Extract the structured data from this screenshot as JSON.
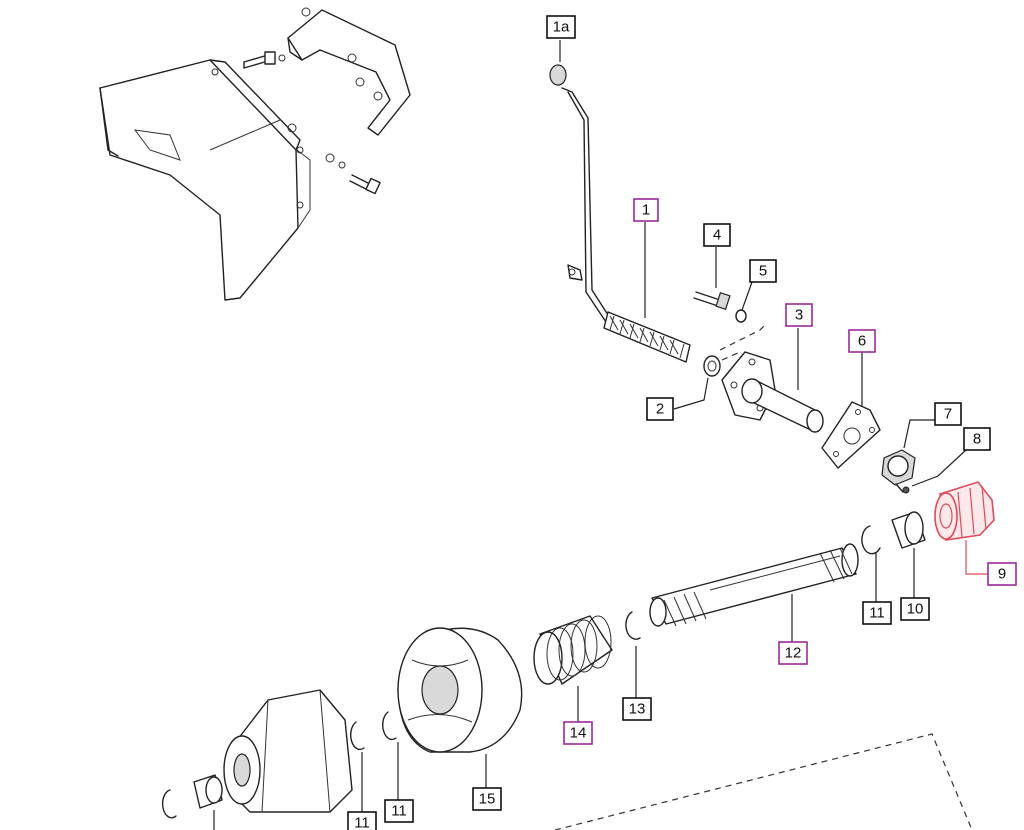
{
  "diagram": {
    "callouts": [
      {
        "id": "c1a",
        "text": "1a",
        "style": "black"
      },
      {
        "id": "c1",
        "text": "1",
        "style": "purple"
      },
      {
        "id": "c2",
        "text": "2",
        "style": "black"
      },
      {
        "id": "c3",
        "text": "3",
        "style": "purple"
      },
      {
        "id": "c4",
        "text": "4",
        "style": "black"
      },
      {
        "id": "c5",
        "text": "5",
        "style": "black"
      },
      {
        "id": "c6",
        "text": "6",
        "style": "purple"
      },
      {
        "id": "c7",
        "text": "7",
        "style": "black"
      },
      {
        "id": "c8",
        "text": "8",
        "style": "black"
      },
      {
        "id": "c9",
        "text": "9",
        "style": "purple"
      },
      {
        "id": "c10",
        "text": "10",
        "style": "black"
      },
      {
        "id": "c11a",
        "text": "11",
        "style": "black"
      },
      {
        "id": "c11b",
        "text": "11",
        "style": "black"
      },
      {
        "id": "c11c",
        "text": "11",
        "style": "black"
      },
      {
        "id": "c12",
        "text": "12",
        "style": "purple"
      },
      {
        "id": "c13",
        "text": "13",
        "style": "black"
      },
      {
        "id": "c14",
        "text": "14",
        "style": "purple"
      },
      {
        "id": "c15",
        "text": "15",
        "style": "black"
      }
    ],
    "colors": {
      "line": "#222222",
      "purple_box": "#9b2a9b",
      "highlight": "#e04a5a"
    },
    "highlighted_part": "9"
  }
}
